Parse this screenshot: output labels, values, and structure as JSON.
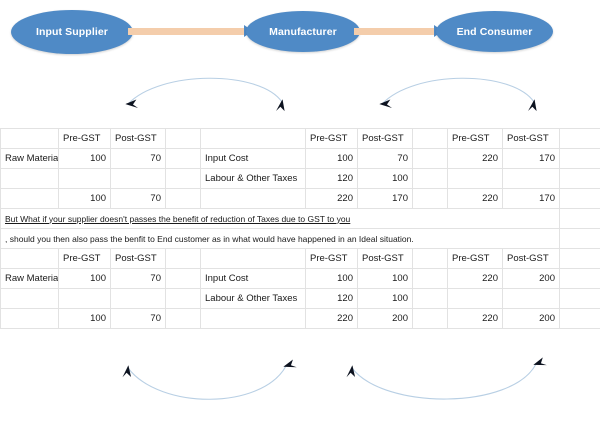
{
  "flow": {
    "nodes": [
      {
        "label": "Input Supplier"
      },
      {
        "label": "Manufacturer"
      },
      {
        "label": "End Consumer"
      }
    ],
    "node_color": "#4f8ac6",
    "connector_color": "#f4cdab"
  },
  "arcs": {
    "color": "#b8cfe4",
    "head_color": "#0d1320",
    "count": 4
  },
  "headers": {
    "pre": "Pre-GST",
    "post": "Post-GST"
  },
  "labels": {
    "raw_material": "Raw Material",
    "input_cost": "Input Cost",
    "labour": "Labour & Other Taxes",
    "blank": ""
  },
  "scenario_ideal": {
    "supplier": {
      "rows": [
        {
          "label": "Raw Material",
          "pre": "100",
          "post": "70"
        },
        {
          "label": "",
          "pre": "",
          "post": ""
        }
      ],
      "total": {
        "pre": "100",
        "post": "70"
      }
    },
    "manufacturer": {
      "rows": [
        {
          "label": "Input Cost",
          "pre": "100",
          "post": "70"
        },
        {
          "label": "Labour & Other Taxes",
          "pre": "120",
          "post": "100"
        }
      ],
      "total": {
        "pre": "220",
        "post": "170"
      }
    },
    "consumer": {
      "rows": [
        {
          "pre": "220",
          "post": "170"
        },
        {
          "pre": "",
          "post": ""
        }
      ],
      "total": {
        "pre": "220",
        "post": "170"
      }
    }
  },
  "note": {
    "line1": "But What if your supplier doesn't passes the benefit of reduction of Taxes due to GST to you",
    "line2": ", should you then also pass the benfit to End customer as in what would have happened in an Ideal situation."
  },
  "scenario_nobenefit": {
    "supplier": {
      "rows": [
        {
          "label": "Raw Material",
          "pre": "100",
          "post": "70"
        },
        {
          "label": "",
          "pre": "",
          "post": ""
        }
      ],
      "total": {
        "pre": "100",
        "post": "70"
      }
    },
    "manufacturer": {
      "rows": [
        {
          "label": "Input Cost",
          "pre": "100",
          "post": "100"
        },
        {
          "label": "Labour & Other Taxes",
          "pre": "120",
          "post": "100"
        }
      ],
      "total": {
        "pre": "220",
        "post": "200"
      }
    },
    "consumer": {
      "rows": [
        {
          "pre": "220",
          "post": "200"
        },
        {
          "pre": "",
          "post": ""
        }
      ],
      "total": {
        "pre": "220",
        "post": "200"
      }
    }
  }
}
